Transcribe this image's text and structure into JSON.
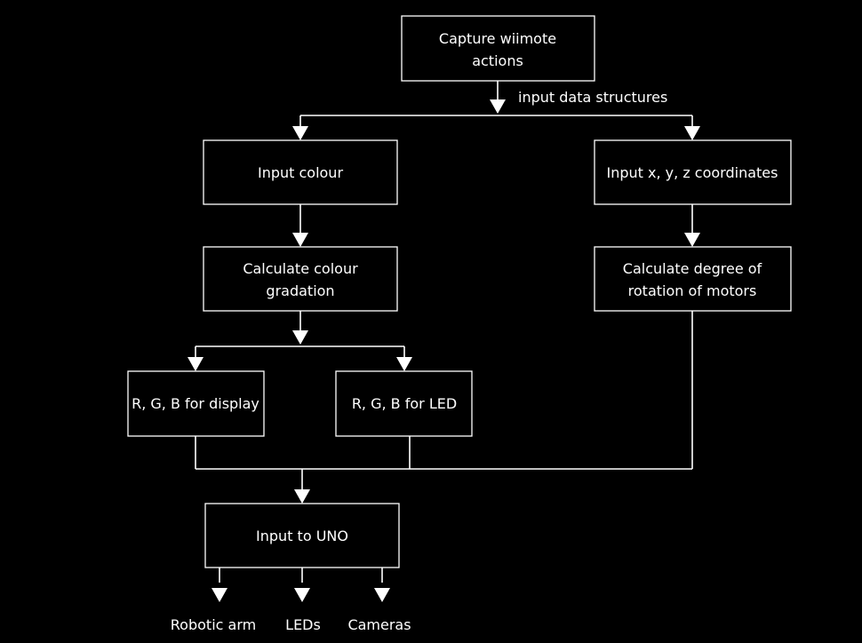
{
  "diagram": {
    "background": "#000000",
    "foreground": "#ffffff",
    "nodes": {
      "capture": [
        "Capture wiimote",
        "actions"
      ],
      "input_colour": [
        "Input colour"
      ],
      "input_xyz": [
        "Input x, y, z coordinates"
      ],
      "calc_gradation": [
        "Calculate colour",
        "gradation"
      ],
      "calc_rotation": [
        "Calculate degree of",
        "rotation of motors"
      ],
      "rgb_display": [
        "R, G, B for display"
      ],
      "rgb_led": [
        "R, G, B for LED"
      ],
      "input_uno": [
        "Input to UNO"
      ]
    },
    "edge_label": "input data structures",
    "outputs": {
      "robotic_arm": "Robotic arm",
      "leds": "LEDs",
      "cameras": "Cameras"
    }
  }
}
